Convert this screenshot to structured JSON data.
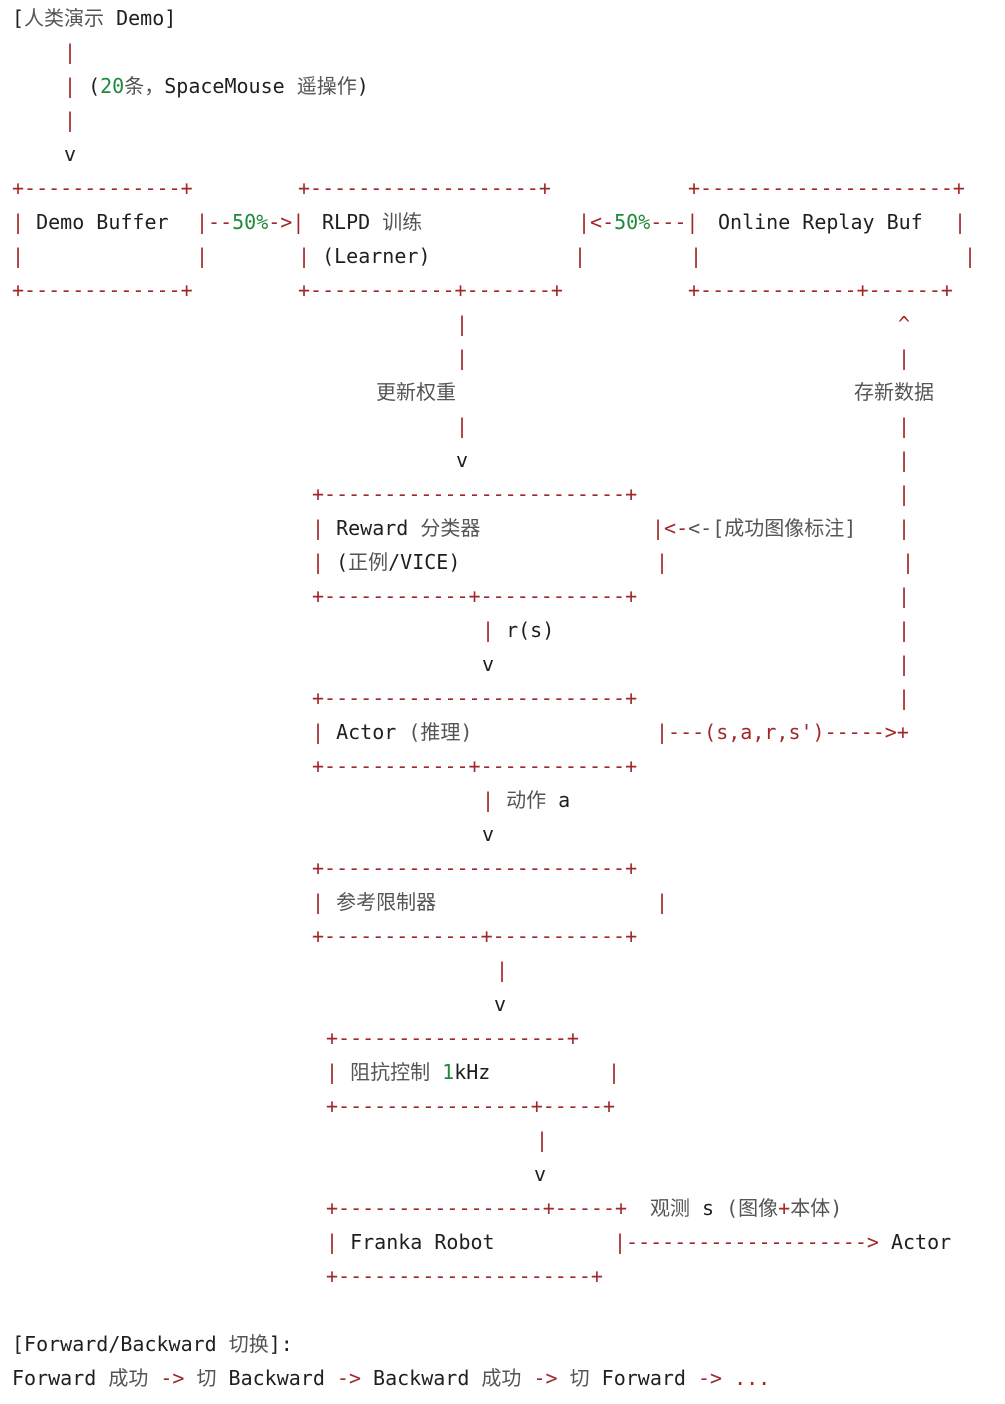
{
  "colors": {
    "text": "#1f1f1f",
    "box_lines": "#a0282a",
    "numbers": "#1f8a3a",
    "cjk_text": "#555555",
    "background": "#ffffff"
  },
  "top": {
    "bracket_open": "[",
    "title_cjk": "人类演示",
    "title_en": " Demo",
    "bracket_close": "]",
    "count_open": "(",
    "count_num": "20",
    "count_cjk": "条，",
    "count_en": "SpaceMouse",
    "count_teleop": " 遥操作",
    "count_close": ")",
    "bar": "|",
    "arrow_down": "v"
  },
  "boxes": {
    "demo_buffer": {
      "top": "+-------------+",
      "label": "Demo Buffer",
      "bottom": "+-------------+"
    },
    "rlpd": {
      "top": "+-------------------+",
      "label_en": "RLPD",
      "label_cjk": " 训练",
      "sub_open": "(",
      "sub": "Learner",
      "sub_close": ")",
      "bottom": "+------------+-------+"
    },
    "online_replay": {
      "top": "+---------------------+",
      "label": "Online Replay Buf",
      "bottom": "+-------------+------+"
    },
    "reward": {
      "top": "+-------------------------+",
      "label_en": "Reward",
      "label_cjk": " 分类器",
      "sub_open": "(",
      "sub_cjk": "正例",
      "sub_en": "/VICE",
      "sub_close": ")",
      "bottom": "+------------+------------+"
    },
    "actor": {
      "top": "+-------------------------+",
      "label_en": "Actor",
      "label_cjk": " (推理)",
      "bottom": "+------------+------------+"
    },
    "limiter": {
      "top": "+-------------------------+",
      "label": "参考限制器",
      "bottom": "+-------------+-----------+"
    },
    "impedance": {
      "top": "+-------------------+",
      "label_cjk": "阻抗控制 ",
      "label_num": "1",
      "label_en": "kHz",
      "bottom": "+----------------+-----+"
    },
    "franka": {
      "top": "+-----------------+-----+",
      "label": "Franka Robot",
      "bottom": "+---------------------+"
    }
  },
  "links": {
    "demo_to_rlpd": {
      "pre": "|--",
      "pct": "50%",
      "post": "->|"
    },
    "replay_to_rlpd": {
      "pre": "|<-",
      "pct": "50%",
      "post": "---|"
    },
    "update_weights": "更新权重",
    "store_data": "存新数据",
    "success_label": "<-[成功图像标注]",
    "reward_signal": "r(s)",
    "transition": "|---(s,a,r,s')----->+",
    "action_cjk": "动作",
    "action_en": " a",
    "obs_cjk": "观测",
    "obs_s": " s ",
    "obs_paren_cjk": "(图像",
    "obs_plus": "+",
    "obs_body": "本体)",
    "obs_arrow": "|-------------------->",
    "obs_target": " Actor",
    "up_arrow": "^"
  },
  "footer": {
    "title_open": "[Forward/Backward",
    "title_cjk": " 切换",
    "title_close": "]:",
    "seq": [
      {
        "en": "Forward",
        "cjk": " 成功",
        "op": " ->"
      },
      {
        "en": " 切",
        "cjk": "",
        "op": ""
      },
      {
        "en": " Backward",
        "cjk": "",
        "op": " ->"
      },
      {
        "en": " Backward",
        "cjk": " 成功",
        "op": " ->"
      },
      {
        "en": " 切",
        "cjk": "",
        "op": ""
      },
      {
        "en": " Forward",
        "cjk": "",
        "op": " -> ..."
      }
    ]
  }
}
